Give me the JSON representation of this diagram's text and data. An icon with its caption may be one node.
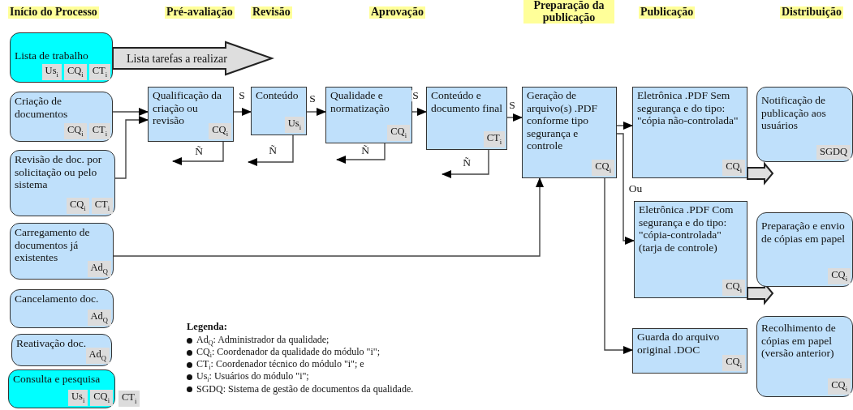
{
  "diagram": {
    "nodes": [
      {
        "text": [
          "Lista de trabalho",
          "Us$_{i}$",
          "CQ$_{i}$",
          "CT$_{i}$"
        ]
      },
      {
        "text": [
          "Criação de documentos",
          "CQ$_{i}$",
          "CT$_{i}$"
        ]
      },
      {
        "text": [
          "Revisão de doc. por solicitação ou pelo sistema",
          "CQ$_{i}$",
          "CT$_{i}$"
        ]
      },
      {
        "text": [
          "Carregamento de documentos já existentes",
          "Ad$_{Q}$"
        ]
      },
      {
        "text": [
          "Cancelamento doc.",
          "Ad$_{Q}$"
        ]
      },
      {
        "text": [
          "Reativação doc.",
          "Ad$_{Q}$"
        ]
      },
      {
        "text": [
          "Consulta e pesquisa",
          "Us$_{i}$",
          "CQ$_{i}$"
        ],
        "beside": [
          "CT$_{i}$"
        ]
      },
      {
        "text": [
          "Qualificação da criação ou revisão",
          "CQ$_{i}$"
        ]
      },
      {
        "text": [
          "Conteúdo",
          "Us$_{i}$"
        ]
      },
      {
        "text": [
          "Qualidade e normatização",
          "CQ$_{i}$"
        ]
      },
      {
        "text": [
          "Conteúdo e documento final",
          "CT$_{i}$"
        ]
      },
      {
        "text": [
          "Geração de arquivo(s) .PDF conforme tipo segurança e controle",
          "CQ$_{i}$"
        ]
      },
      {
        "text": [
          "Eletrônica .PDF Sem segurança e do tipo: \"cópia não-controlada\"",
          "CQ$_{i}$"
        ]
      },
      {
        "text": [
          "Eletrônica .PDF Com segurança e do tipo: \"cópia-controlada\" (tarja de controle)",
          "CQ$_{i}$"
        ]
      },
      {
        "text": [
          "Guarda do arquivo original .DOC",
          "CQ$_{i}$"
        ]
      },
      {
        "text": [
          "Notificação de publicação aos usuários",
          "SGDQ"
        ]
      },
      {
        "text": [
          "Preparação e envio de cópias em papel",
          "CQ$_{i}$"
        ]
      },
      {
        "text": [
          "Recolhimento de cópias em papel (versão anterior)",
          "CQ$_{i}$"
        ]
      }
    ],
    "edges": [
      {
        "from": 0,
        "to": null,
        "arrow": "to",
        "label": "Lista tarefas a realizar",
        "style": "thick"
      },
      {
        "from": 1,
        "to": 7,
        "arrow": "to"
      },
      {
        "from": 2,
        "to": 7,
        "arrow": "to"
      },
      {
        "from": 7,
        "to": 8,
        "arrow": "to",
        "label": "S"
      },
      {
        "from": 8,
        "to": 9,
        "arrow": "to",
        "label": "S"
      },
      {
        "from": 9,
        "to": 10,
        "arrow": "to",
        "label": "S"
      },
      {
        "from": 10,
        "to": 11,
        "arrow": "to",
        "label": "S"
      },
      {
        "from": 11,
        "to": 12,
        "arrow": "to"
      },
      {
        "from": 11,
        "to": 13,
        "arrow": "to",
        "label": "Ou"
      },
      {
        "from": 11,
        "to": 14,
        "arrow": "to"
      },
      {
        "from": 3,
        "to": 11,
        "arrow": "to"
      },
      {
        "from": 7,
        "to": null,
        "arrow": "to",
        "label": "Ñ"
      },
      {
        "from": 8,
        "to": null,
        "arrow": "to",
        "label": "Ñ"
      },
      {
        "from": 9,
        "to": null,
        "arrow": "to",
        "label": "Ñ"
      },
      {
        "from": 10,
        "to": null,
        "arrow": "to",
        "label": "Ñ"
      },
      {
        "from": 12,
        "to": null,
        "arrow": "to",
        "style": "thick"
      },
      {
        "from": 13,
        "to": null,
        "arrow": "to",
        "style": "thick"
      }
    ],
    "labels": [
      "Início do Processo",
      "Pré-avaliação",
      "Revisão",
      "Aprovação",
      "Preparação da publicação",
      "Publicação",
      "Distribuição",
      "Legenda:"
    ],
    "legend": [
      {
        "text": "Ad$_{Q}$: Administrador da qualidade;"
      },
      {
        "text": "CQ$_{i}$: Coordenador da qualidade do módulo \"i\";"
      },
      {
        "text": "CT$_{i}$: Coordenador técnico do módulo \"i\"; e"
      },
      {
        "text": "Us$_{i}$: Usuários do módulo \"i\";"
      },
      {
        "text": "SGDQ: Sistema de gestão de documentos da qualidade."
      }
    ]
  }
}
